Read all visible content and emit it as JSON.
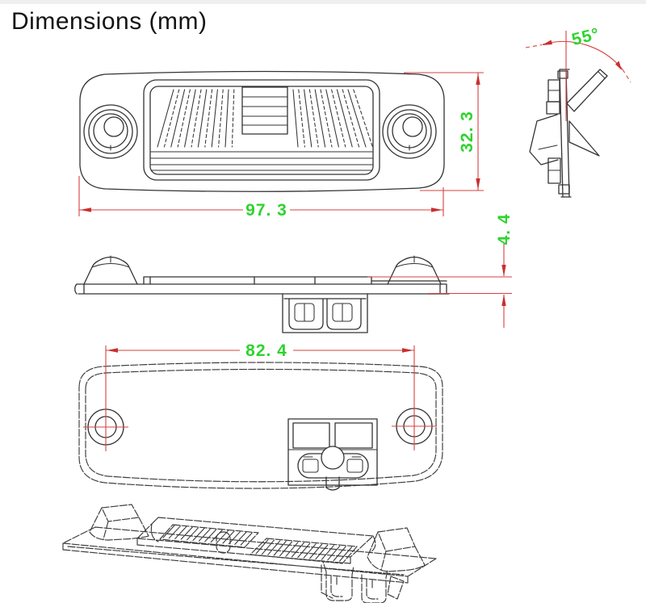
{
  "title": "Dimensions (mm)",
  "drawing": {
    "dimensions": {
      "front_width": "97. 3",
      "front_height": "32. 3",
      "angle": "55°",
      "plate_thickness": "4. 4",
      "hole_spacing": "82. 4"
    },
    "colors": {
      "dimension_lines": "#d84040",
      "dimension_text": "#2fd32f",
      "linework": "#333333",
      "background": "#ffffff"
    }
  }
}
